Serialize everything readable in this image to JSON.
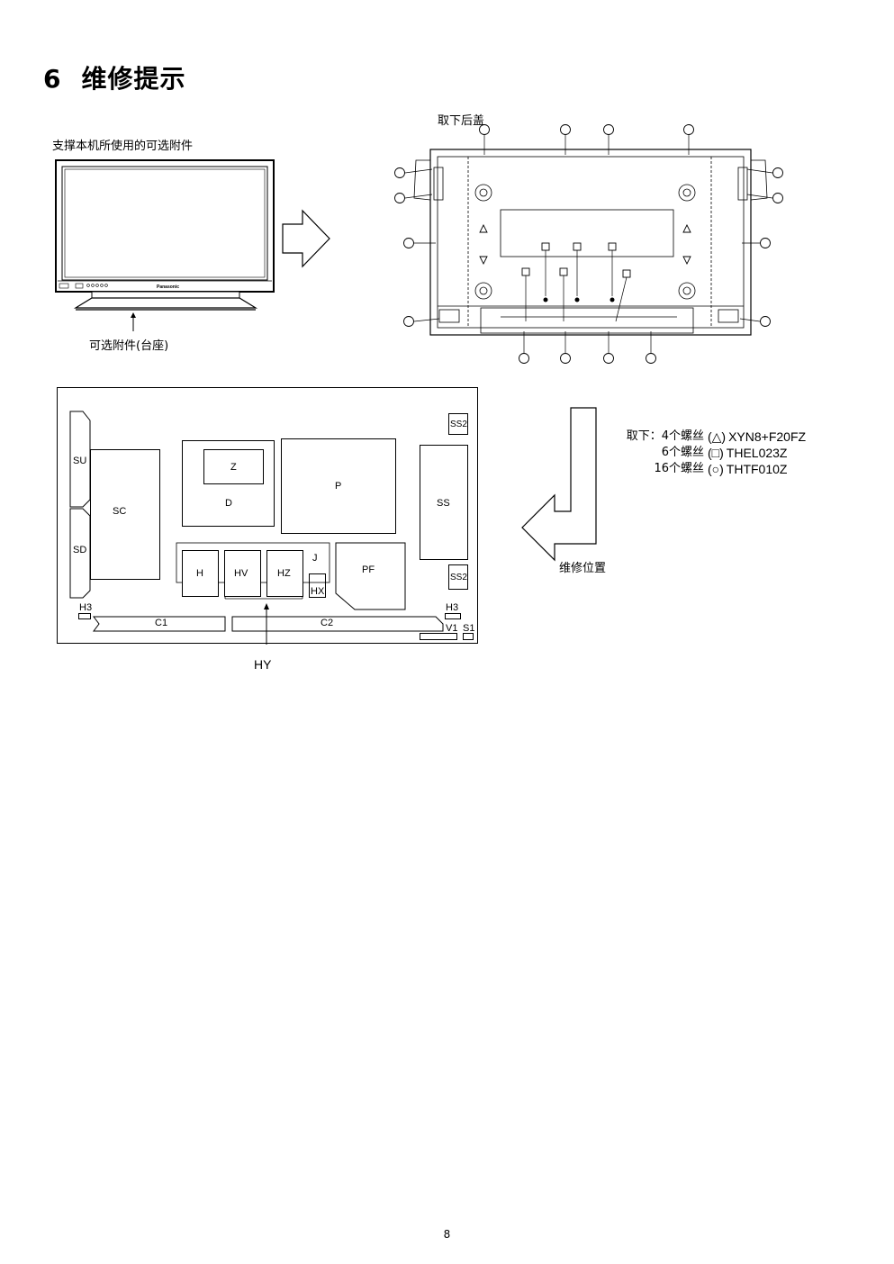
{
  "heading": {
    "number": "6",
    "title": "维修提示"
  },
  "tv_figure": {
    "caption_top": "支撑本机所使用的可选附件",
    "caption_bottom": "可选附件(台座)",
    "brand": "Panasonic"
  },
  "rear_figure": {
    "caption": "取下后盖"
  },
  "screw_table": {
    "rows": [
      {
        "lead": "取下：4个螺丝",
        "symbol": "(△)",
        "code": "XYN8+F20FZ"
      },
      {
        "lead": "6个螺丝",
        "symbol": "(□)",
        "code": "THEL023Z"
      },
      {
        "lead": "16个螺丝",
        "symbol": "(○)",
        "code": "THTF010Z"
      }
    ]
  },
  "board_layout": {
    "caption": "维修位置",
    "boards": {
      "SU": "SU",
      "SD": "SD",
      "SC": "SC",
      "Z": "Z",
      "D": "D",
      "P": "P",
      "SS": "SS",
      "SS2_top": "SS2",
      "SS2_bottom": "SS2",
      "H": "H",
      "HV": "HV",
      "HZ": "HZ",
      "J": "J",
      "HX": "HX",
      "PF": "PF",
      "H3_left": "H3",
      "H3_right": "H3",
      "C1": "C1",
      "C2": "C2",
      "V1": "V1",
      "S1": "S1"
    },
    "pointer_label": "HY"
  },
  "page_number": "8"
}
